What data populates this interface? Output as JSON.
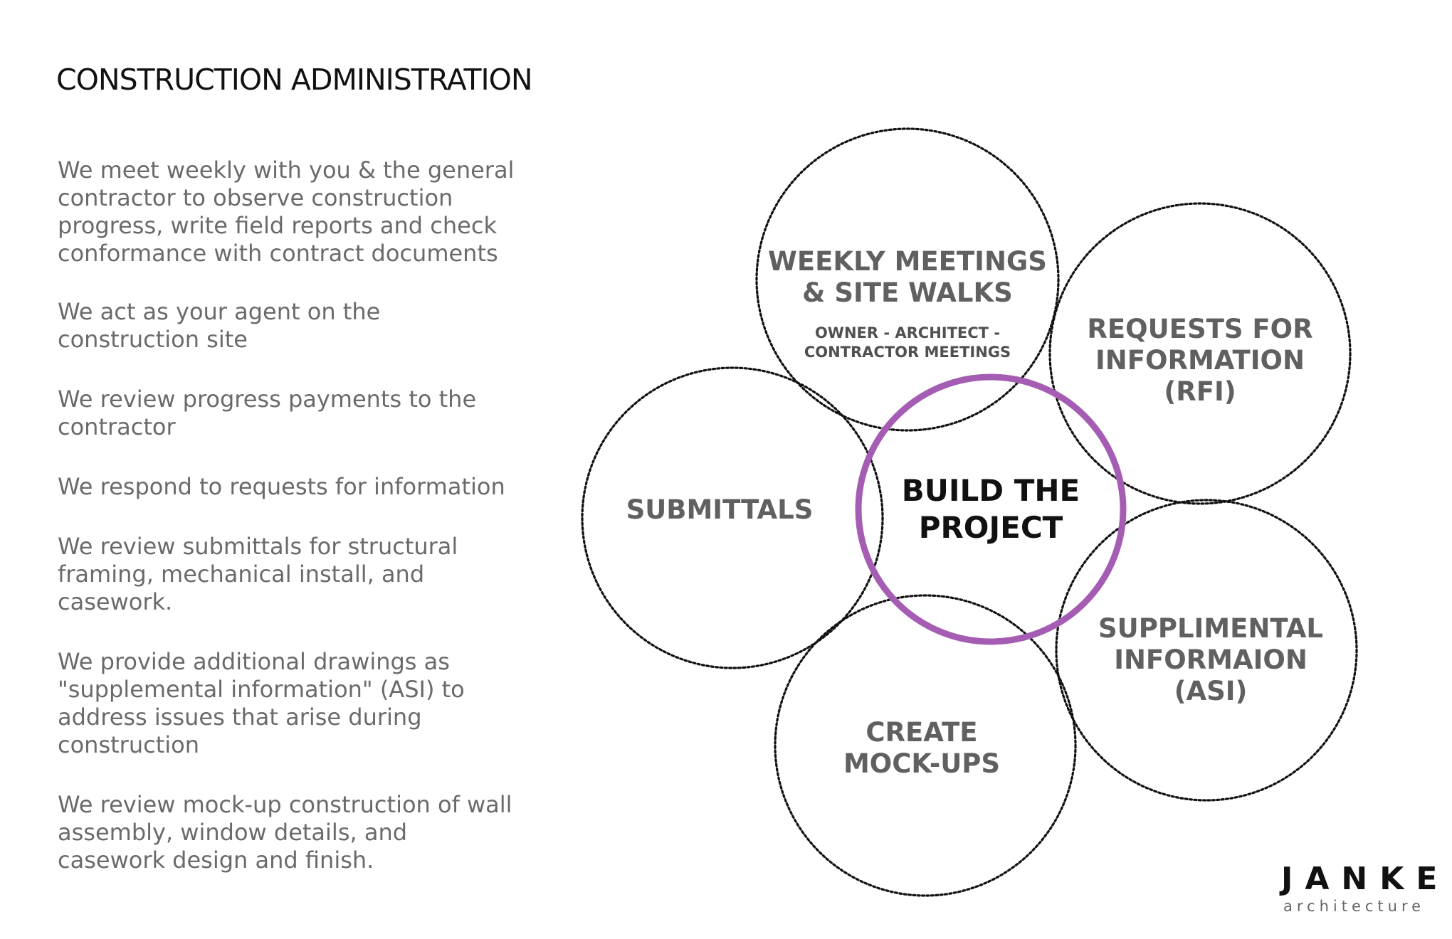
{
  "title": "CONSTRUCTION ADMINISTRATION",
  "paragraphs": [
    "We meet weekly with you & the general\ncontractor to observe construction\nprogress, write field reports and check\nconformance with contract documents",
    "We act as your agent on the\nconstruction site",
    "We review progress payments to the\ncontractor",
    "We respond to requests for information",
    "We review submittals for structural\nframing, mechanical install, and\ncasework.",
    "We provide additional drawings as\n\"supplemental information\" (ASI) to\naddress issues that arise during\nconstruction",
    "We review mock-up construction of wall\nassembly, window details, and\ncasework design and finish."
  ],
  "diagram": {
    "center": {
      "label": "BUILD THE\nPROJECT",
      "color": "#a55db3"
    },
    "weekly": {
      "label": "WEEKLY MEETINGS\n& SITE WALKS",
      "sublabel": "OWNER - ARCHITECT -\nCONTRACTOR MEETINGS"
    },
    "rfi": {
      "label": "REQUESTS FOR\nINFORMATION\n(RFI)"
    },
    "submittals": {
      "label": "SUBMITTALS"
    },
    "asi": {
      "label": "SUPPLIMENTAL\nINFORMAION\n(ASI)"
    },
    "mockups": {
      "label": "CREATE\nMOCK-UPS"
    }
  },
  "logo": {
    "name": "JANKE",
    "subtitle": "architecture"
  }
}
